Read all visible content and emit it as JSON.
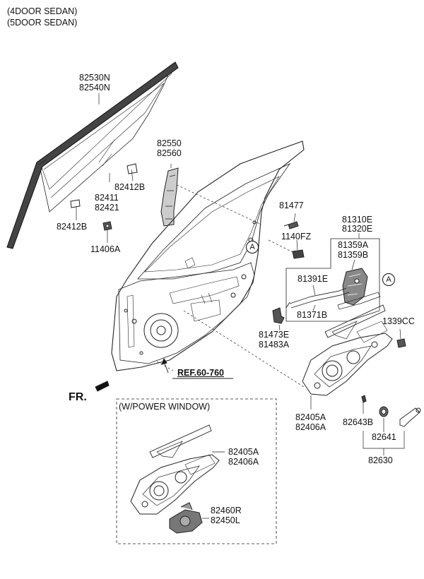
{
  "header": {
    "line1": "(4DOOR SEDAN)",
    "line2": "(5DOOR SEDAN)"
  },
  "parts": {
    "glass_a": "82530N",
    "glass_b": "82540N",
    "channel_a": "82550",
    "channel_b": "82560",
    "clip_upper": "82412B",
    "holder_a": "82411",
    "holder_b": "82421",
    "clip_lower": "82412B",
    "bolt_glass": "11406A",
    "bolt_top": "81477",
    "nut_top": "1140FZ",
    "latch_a": "81310E",
    "latch_b": "81320E",
    "actuator_a": "81359A",
    "actuator_b": "81359B",
    "rod_a": "81391E",
    "rod_b": "81371B",
    "striker_a": "81473E",
    "striker_b": "81483A",
    "nut_right": "1339CC",
    "regulator_a": "82405A",
    "regulator_b": "82406A",
    "clip_handle": "82643B",
    "handle_bezel": "82641",
    "handle_assy": "82630",
    "pw_regulator_a": "82405A",
    "pw_regulator_b": "82406A",
    "motor_a": "82460R",
    "motor_b": "82450L"
  },
  "reference": "REF.60-760",
  "direction": "FR.",
  "callout_letter": "A",
  "power_window_box": "(W/POWER WINDOW)"
}
